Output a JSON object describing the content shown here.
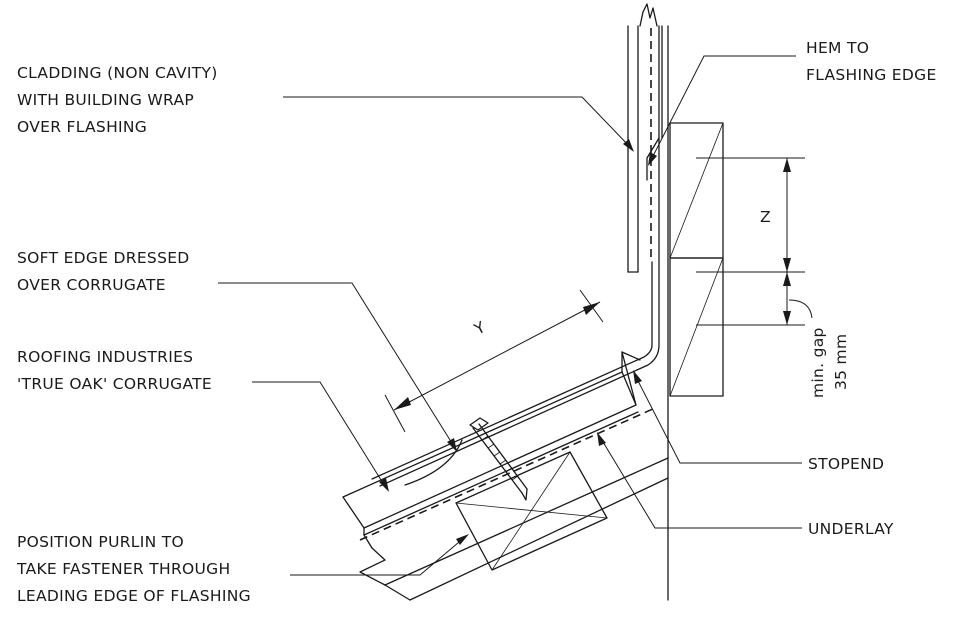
{
  "callouts": {
    "cladding_line1": "CLADDING (NON CAVITY)",
    "cladding_line2": "WITH BUILDING WRAP",
    "cladding_line3": "OVER FLASHING",
    "hem_line1": "HEM TO",
    "hem_line2": "FLASHING EDGE",
    "soft_edge_line1": "SOFT EDGE DRESSED",
    "soft_edge_line2": "OVER CORRUGATE",
    "roofing_line1": "ROOFING INDUSTRIES",
    "roofing_line2": "'TRUE OAK' CORRUGATE",
    "stopend": "STOPEND",
    "underlay": "UNDERLAY",
    "purlin_line1": "POSITION PURLIN TO",
    "purlin_line2": "TAKE FASTENER THROUGH",
    "purlin_line3": "LEADING EDGE OF FLASHING"
  },
  "dimensions": {
    "y_label": "Y",
    "z_label": "Z",
    "gap_line1": "min. gap",
    "gap_line2": "35 mm"
  }
}
